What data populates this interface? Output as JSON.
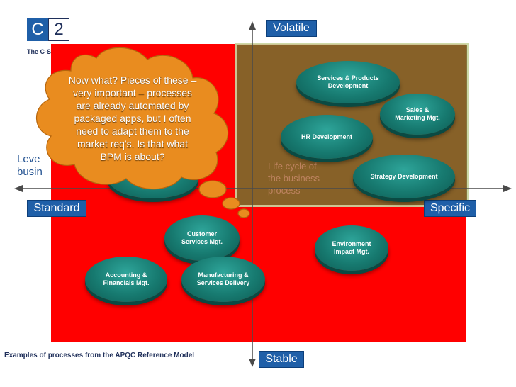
{
  "logo": {
    "letter": "C",
    "number": "2",
    "subtitle": "The C-S Proj"
  },
  "axes": {
    "top": "Volatile",
    "bottom": "Stable",
    "left": "Standard",
    "right": "Specific"
  },
  "left_text": "Leve busin",
  "right_text": "Life cycle of the business process",
  "bubble_text": "Now what? Pieces of these – very important – processes are already automated by packaged apps, but I often need to adapt them to the market req's. Is that what BPM is about?",
  "processes": [
    "Services & Products Development",
    "Sales & Marketing Mgt.",
    "HR Development",
    "Strategy Development",
    "Customer Services Mgt.",
    "Environment Impact Mgt.",
    "Accounting & Financials Mgt.",
    "Manufacturing & Services Delivery"
  ],
  "footer": "Examples of processes from the APQC Reference Model",
  "colors": {
    "red_region": "#ff0000",
    "upper_right_region": "#7d6a2c",
    "process_ellipse": "#177a70",
    "axis_tag": "#1f5fa8",
    "callout": "#e98c1f"
  }
}
